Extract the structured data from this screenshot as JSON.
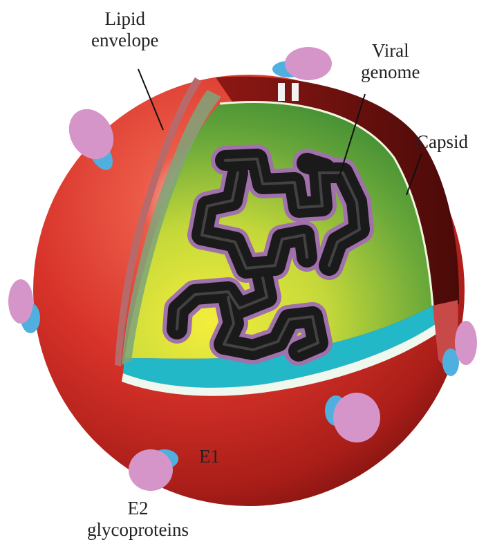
{
  "labels": {
    "lipid_envelope": [
      "Lipid",
      "envelope"
    ],
    "viral_genome": [
      "Viral",
      "genome"
    ],
    "capsid": "Capsid",
    "e1": "E1",
    "e2_glycoproteins": [
      "E2",
      "glycoproteins"
    ]
  },
  "colors": {
    "envelope_red": "#d8332a",
    "envelope_dark": "#7a1210",
    "capsid_green": "#4e9d3a",
    "capsid_yellow": "#f4ee3c",
    "capsid_cyan": "#22b8c8",
    "genome_dark": "#1a1a1a",
    "genome_outline": "#9a6aa4",
    "e2_pink": "#d695c8",
    "e1_blue": "#4fb0e0"
  }
}
